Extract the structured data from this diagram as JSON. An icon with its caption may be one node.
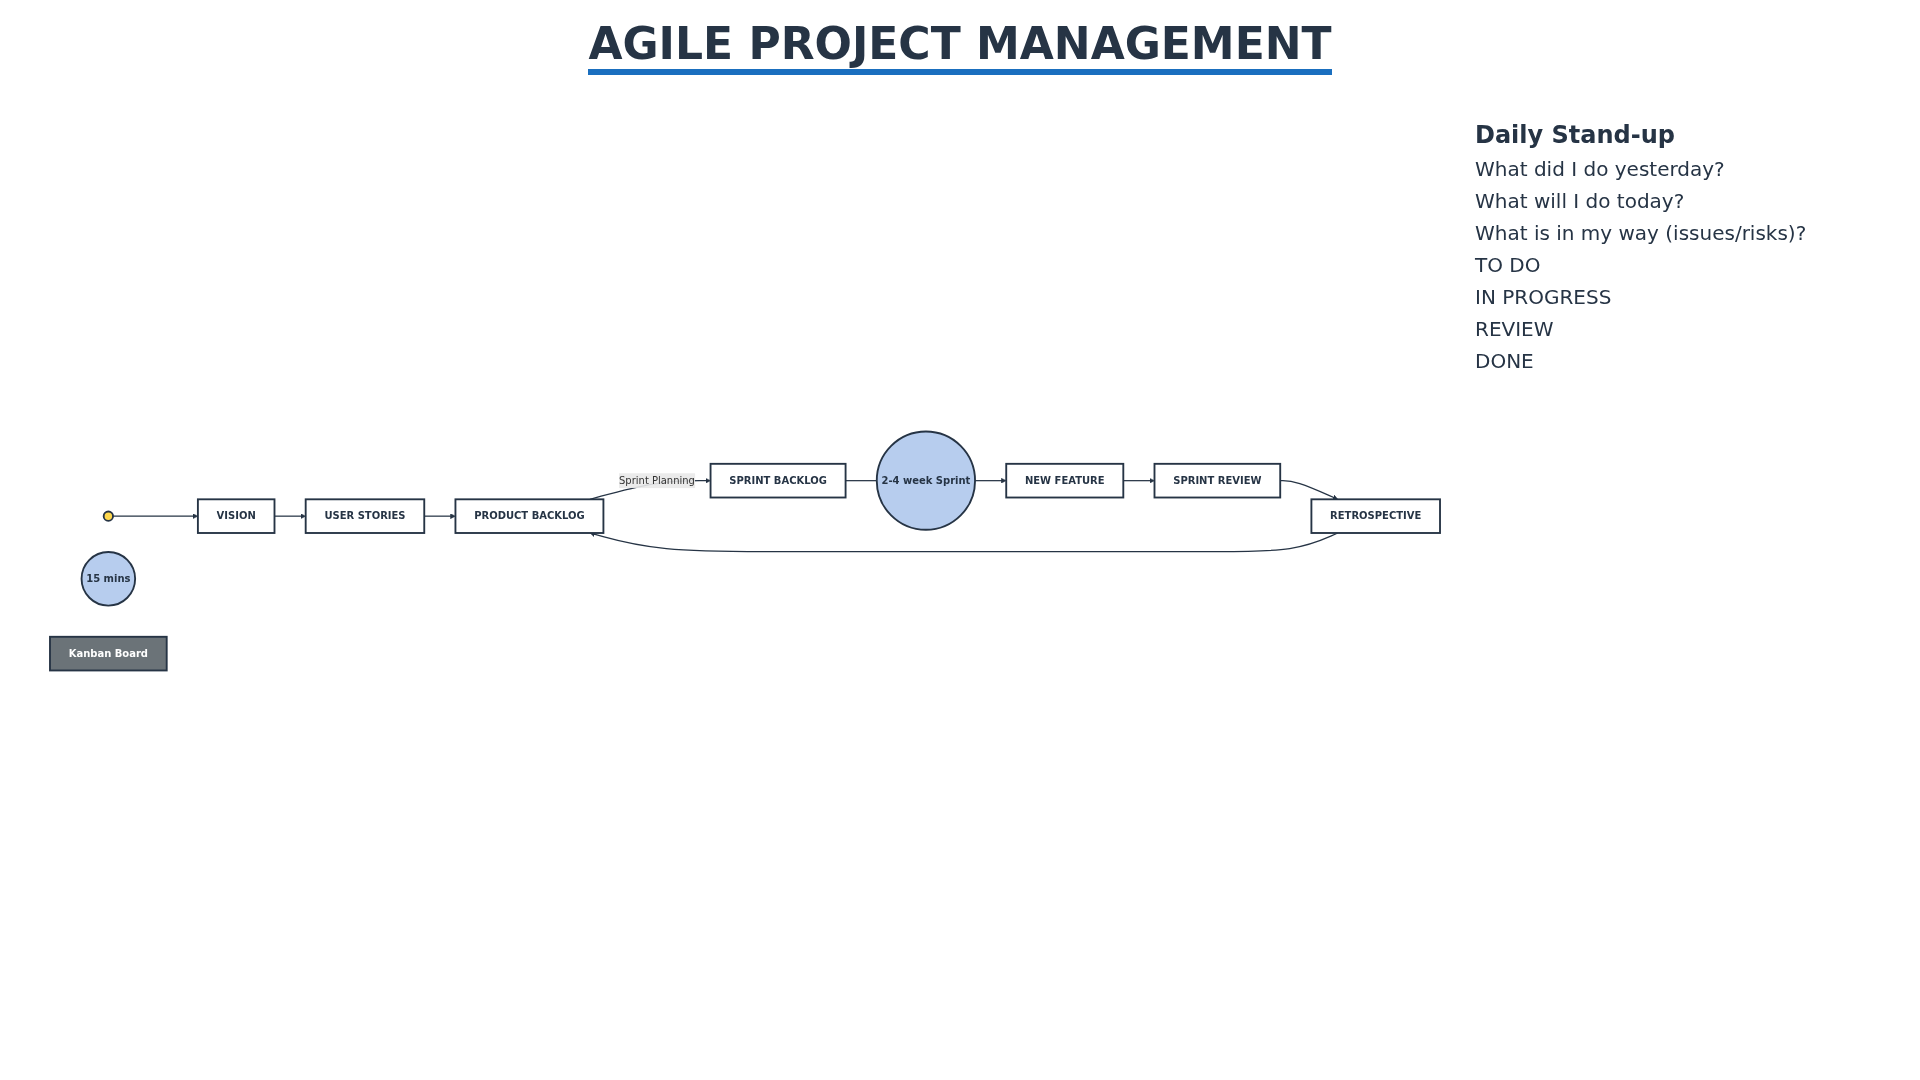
{
  "diagram": {
    "title": "AGILE PROJECT MANAGEMENT",
    "nodes": [
      {
        "text": [],
        "shape": "picture"
      },
      {
        "text": [
          "VISION"
        ]
      },
      {
        "text": [
          "USER STORIES"
        ]
      },
      {
        "text": [
          "PRODUCT BACKLOG"
        ]
      },
      {
        "text": [
          "SPRINT BACKLOG"
        ]
      },
      {
        "text": [
          "2-4 week Sprint"
        ]
      },
      {
        "text": [
          "15 mins"
        ]
      },
      {
        "text": [
          "NEW FEATURE"
        ]
      },
      {
        "text": [
          "SPRINT REVIEW"
        ]
      },
      {
        "text": [
          "RETROSPECTIVE"
        ]
      },
      {
        "text": [
          "Kanban Board"
        ]
      }
    ],
    "edges": [
      {
        "from": 0,
        "to": 1,
        "arrow": "to"
      },
      {
        "from": 1,
        "to": 2,
        "arrow": "to"
      },
      {
        "from": 2,
        "to": 3,
        "arrow": "to"
      },
      {
        "from": 3,
        "to": 4,
        "arrow": "to",
        "label": "Sprint Planning"
      },
      {
        "from": 4,
        "to": 5,
        "arrow": "none"
      },
      {
        "from": 5,
        "to": 7,
        "arrow": "to"
      },
      {
        "from": 7,
        "to": 8,
        "arrow": "to"
      },
      {
        "from": 8,
        "to": 9,
        "arrow": "to"
      },
      {
        "from": 9,
        "to": 3,
        "arrow": "to"
      }
    ],
    "labels": [
      "Daily Stand-up",
      "What did I do yesterday?",
      "What will I do today?",
      "What is in my way (issues/risks)?",
      "TO DO",
      "IN PROGRESS",
      "REVIEW",
      "DONE"
    ]
  }
}
